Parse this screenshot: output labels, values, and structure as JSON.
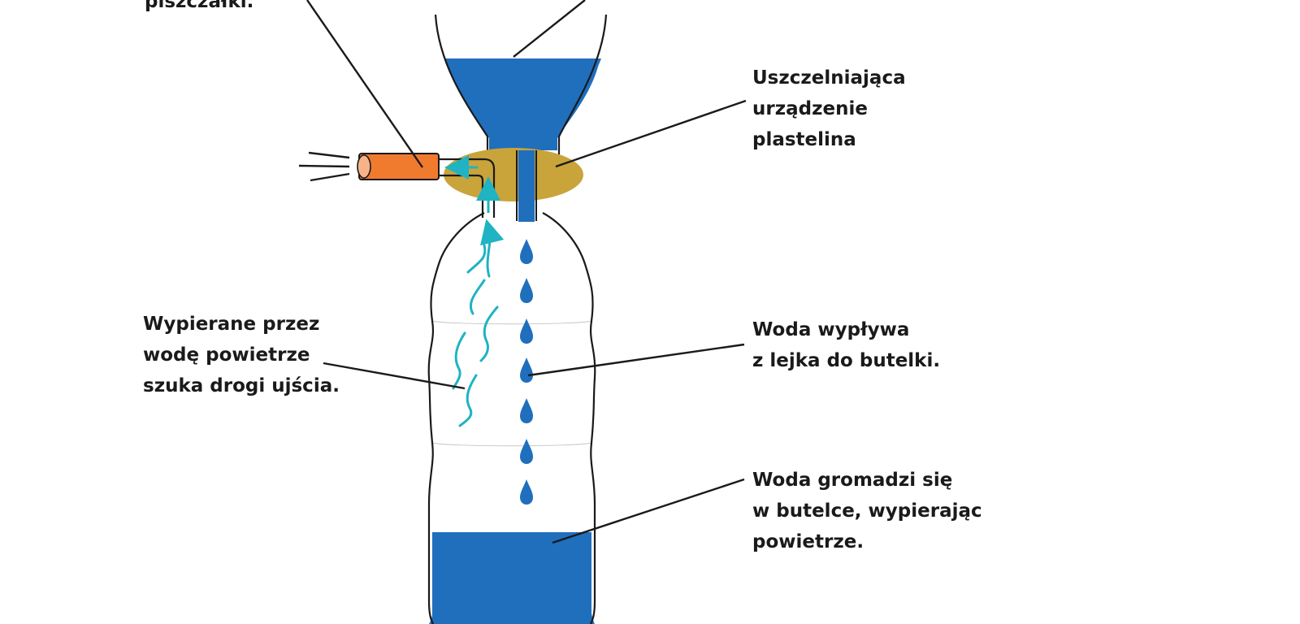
{
  "labels": {
    "whistle": [
      "piszczałki."
    ],
    "seal": [
      "Uszczelniająca",
      "urządzenie",
      "plastelina"
    ],
    "air": [
      "Wypierane przez",
      "wodę powietrze",
      "szuka drogi ujścia."
    ],
    "water_flow": [
      "Woda wypływa",
      "z lejka do butelki."
    ],
    "water_collect": [
      "Woda gromadzi się",
      "w butelce, wypierając",
      "powietrze."
    ]
  },
  "colors": {
    "water": "#1f6fbd",
    "plasticine": "#c9a43a",
    "whistle": "#f07a2e",
    "air_arrows": "#1fb3c3",
    "outline": "#1a1a1a",
    "text": "#1a1a1a"
  },
  "icons": [
    "whistle-tube-icon",
    "funnel-icon",
    "bottle-icon",
    "water-drop-icon",
    "air-arrow-icon"
  ]
}
